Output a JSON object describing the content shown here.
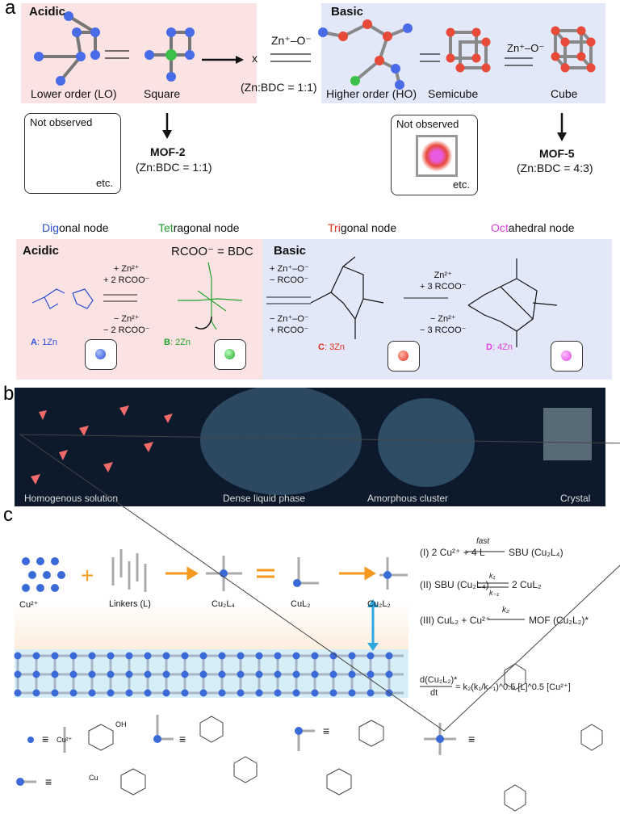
{
  "panel_a": {
    "label": "a",
    "top": {
      "acidic": "Acidic",
      "basic": "Basic",
      "lower_order": "Lower order (LO)",
      "square": "Square",
      "x_mark": "x",
      "zn_o_1": "Zn⁺–O⁻",
      "ratio_1": "(Zn:BDC = 1:1)",
      "higher_order": "Higher order (HO)",
      "semicube": "Semicube",
      "cube": "Cube",
      "zn_o_2": "Zn⁺–O⁻",
      "not_observed_1": "Not observed",
      "etc_1": "etc.",
      "mof2": "MOF-2",
      "mof2_ratio": "(Zn:BDC = 1:1)",
      "not_observed_2": "Not observed",
      "etc_2": "etc.",
      "mof5": "MOF-5",
      "mof5_ratio": "(Zn:BDC = 4:3)"
    },
    "nodes": {
      "digonal": {
        "prefix": "Dig",
        "rest": "onal node"
      },
      "tetragonal": {
        "prefix": "Tet",
        "rest": "ragonal node"
      },
      "trigonal": {
        "prefix": "Tri",
        "rest": "gonal node"
      },
      "octahedral": {
        "prefix": "Oct",
        "rest": "ahedral node"
      }
    },
    "bottom": {
      "acidic": "Acidic",
      "basic": "Basic",
      "rcoo_bdc": "RCOO⁻ = BDC",
      "step1_fwd": [
        "+ Zn²⁺",
        "+ 2 RCOO⁻"
      ],
      "step1_rev": [
        "− Zn²⁺",
        "− 2 RCOO⁻"
      ],
      "step2_fwd": [
        "+ Zn⁺–O⁻",
        "− RCOO⁻"
      ],
      "step2_rev": [
        "− Zn⁺–O⁻",
        "+ RCOO⁻"
      ],
      "step3_fwd": [
        "Zn²⁺",
        "+ 3 RCOO⁻"
      ],
      "step3_rev": [
        "− Zn²⁺",
        "− 3 RCOO⁻"
      ],
      "A": {
        "letter": "A",
        "count": ": 1Zn"
      },
      "B": {
        "letter": "B",
        "count": ": 2Zn"
      },
      "C": {
        "letter": "C",
        "count": ": 3Zn"
      },
      "D": {
        "letter": "D",
        "count": ": 4Zn"
      }
    }
  },
  "panel_b": {
    "label": "b",
    "stages": [
      "Homogenous solution",
      "Dense liquid phase",
      "Amorphous cluster",
      "Crystal"
    ]
  },
  "panel_c": {
    "label": "c",
    "species": [
      "Cu²⁺",
      "Linkers (L)",
      "Cu₂L₄",
      "CuL₂",
      "Cu₂L₂"
    ],
    "equations": [
      {
        "num": "(I)",
        "lhs": "2 Cu²⁺ + 4 L",
        "arrow": "fast",
        "rhs": "SBU (Cu₂L₄)"
      },
      {
        "num": "(II)",
        "lhs": "SBU (Cu₂L₄)",
        "arrow_top": "k₁",
        "arrow_bottom": "k₋₁",
        "rhs": "2 CuL₂"
      },
      {
        "num": "(III)",
        "lhs": "CuL₂ + Cu²⁺",
        "arrow": "k₂",
        "rhs": "MOF (Cu₂L₂)*"
      }
    ],
    "rate_law": {
      "num": "d(Cu₂L₂)*",
      "den": "dt",
      "rhs": "= k₂(k₁/k₋₁)^0.5 [L]^0.5 [Cu²⁺]"
    },
    "legend": {
      "equiv": "≡",
      "cu": "Cu²⁺",
      "cooh": "OH",
      "cu_label": "Cu"
    }
  },
  "colors": {
    "blue": "#2b4fd6",
    "green": "#1fa22a",
    "red": "#e0301e",
    "magenta": "#e040e0",
    "orange": "#f39a1e",
    "dark": "#0c1a2c"
  }
}
